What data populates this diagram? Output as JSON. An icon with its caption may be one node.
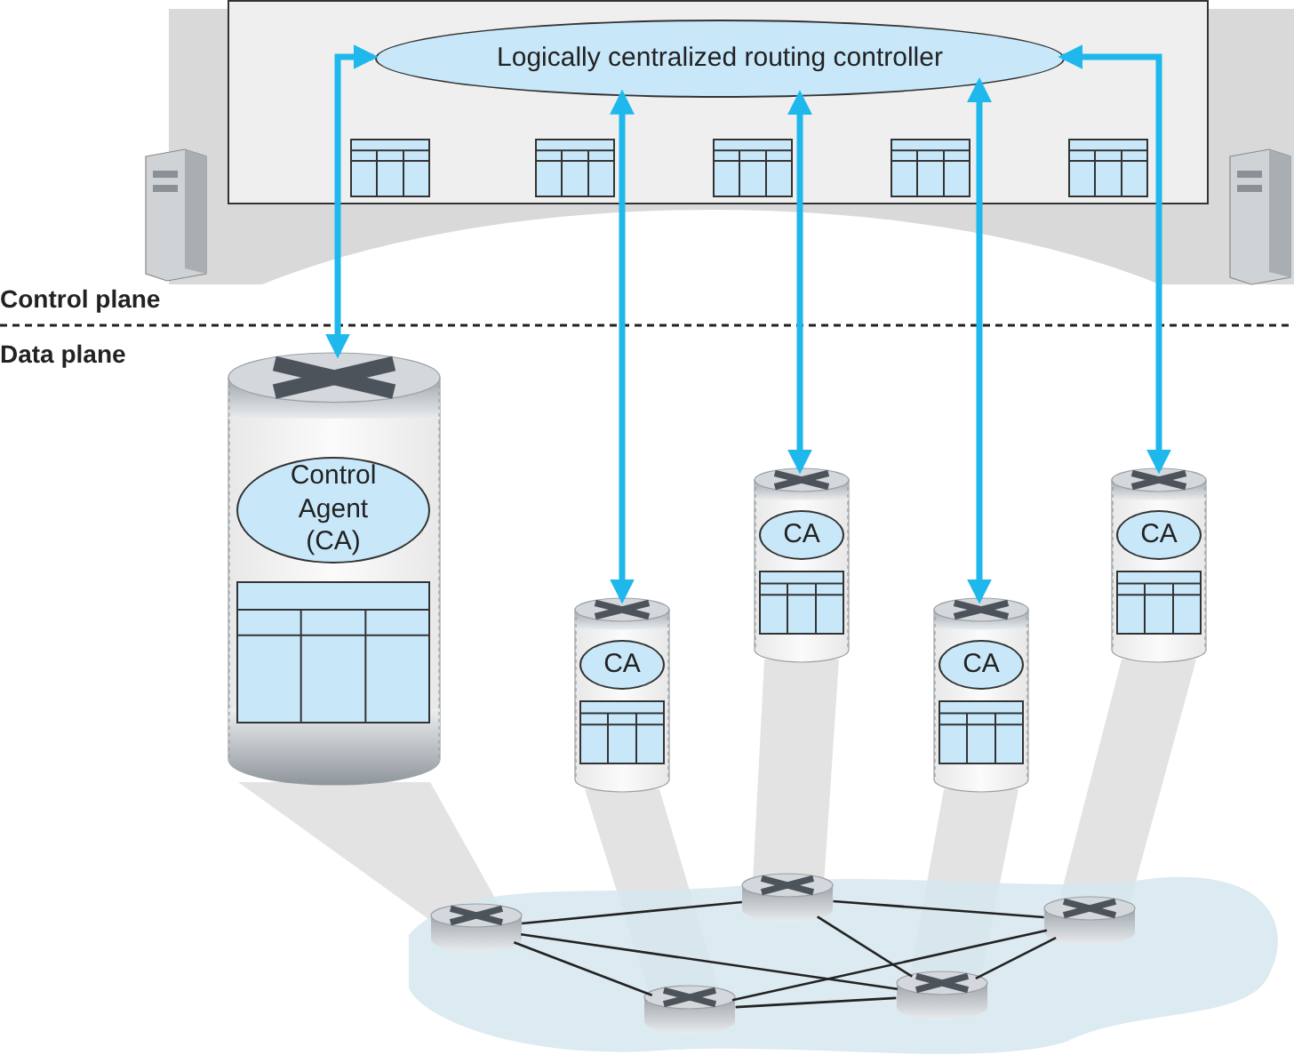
{
  "diagram": {
    "nodes": [
      {
        "text": [],
        "shape": "box"
      },
      {
        "text": [
          "Logically centralized routing controller"
        ],
        "in": 0
      },
      {
        "text": [],
        "shape": "cylinder"
      },
      {
        "text": [
          "Control Agent (CA)"
        ],
        "in": 2
      },
      {
        "text": [],
        "shape": "cylinder"
      },
      {
        "text": [
          "CA"
        ],
        "in": 4
      },
      {
        "text": [],
        "shape": "cylinder"
      },
      {
        "text": [
          "CA"
        ],
        "in": 6
      },
      {
        "text": [],
        "shape": "cylinder"
      },
      {
        "text": [
          "CA"
        ],
        "in": 8
      },
      {
        "text": [],
        "shape": "cylinder"
      },
      {
        "text": [
          "CA"
        ],
        "in": 10
      },
      {
        "text": [],
        "shape": "cloud"
      },
      {
        "text": [],
        "shape": "cylinder",
        "in": 12
      },
      {
        "text": [],
        "shape": "cylinder",
        "in": 12
      },
      {
        "text": [],
        "shape": "cylinder",
        "in": 12
      },
      {
        "text": [],
        "shape": "cylinder",
        "in": 12
      },
      {
        "text": [],
        "shape": "cylinder",
        "in": 12
      }
    ],
    "edges": [
      {
        "from": 1,
        "to": 2,
        "arrow": "both",
        "style": "thick",
        "color": "#1fb8ec"
      },
      {
        "from": 1,
        "to": 4,
        "arrow": "both",
        "style": "thick",
        "color": "#1fb8ec"
      },
      {
        "from": 1,
        "to": 6,
        "arrow": "both",
        "style": "thick",
        "color": "#1fb8ec"
      },
      {
        "from": 1,
        "to": 8,
        "arrow": "both",
        "style": "thick",
        "color": "#1fb8ec"
      },
      {
        "from": 1,
        "to": 10,
        "arrow": "both",
        "style": "thick",
        "color": "#1fb8ec"
      },
      {
        "from": 13,
        "to": 15,
        "arrow": "none"
      },
      {
        "from": 13,
        "to": 16,
        "arrow": "none"
      },
      {
        "from": 13,
        "to": 14,
        "arrow": "none"
      },
      {
        "from": 15,
        "to": 17,
        "arrow": "none"
      },
      {
        "from": 15,
        "to": 16,
        "arrow": "none"
      },
      {
        "from": 17,
        "to": 14,
        "arrow": "none"
      },
      {
        "from": 17,
        "to": 16,
        "arrow": "none"
      },
      {
        "from": 14,
        "to": 16,
        "arrow": "none"
      }
    ],
    "labels": [
      "Control plane",
      "Data plane"
    ]
  }
}
